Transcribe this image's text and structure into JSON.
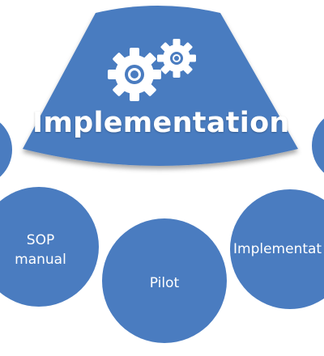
{
  "header": {
    "title": "Implementation",
    "icon": "gears-icon"
  },
  "steps": [
    {
      "label_line1": "SOP",
      "label_line2": "manual"
    },
    {
      "label": "Pilot"
    },
    {
      "label": "Implementat"
    }
  ],
  "colors": {
    "shape_fill": "#4a7cc0",
    "text": "#ffffff",
    "background": "#ffffff"
  }
}
